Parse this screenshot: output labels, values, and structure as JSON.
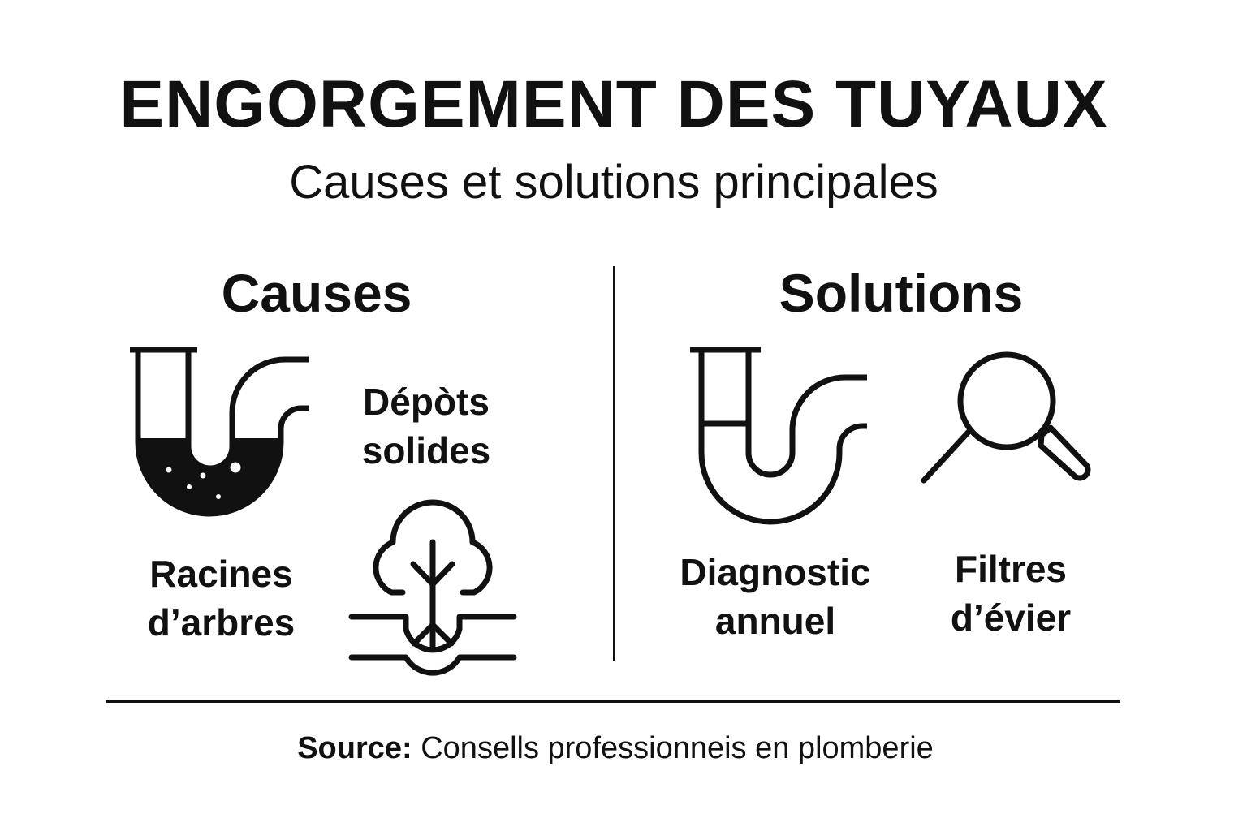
{
  "header": {
    "title": "ENGORGEMENT DES TUYAUX",
    "subtitle": "Causes et solutions principales"
  },
  "causes": {
    "heading": "Causes",
    "items": [
      {
        "line1": "Dépòts",
        "line2": "solides",
        "icon": "clogged-pipe-icon"
      },
      {
        "line1": "Racines",
        "line2": "d’arbres",
        "icon": "tree-roots-icon"
      }
    ]
  },
  "solutions": {
    "heading": "Solutions",
    "items": [
      {
        "line1": "Diagnostic",
        "line2": "annuel",
        "icon": "pipe-icon"
      },
      {
        "line1": "Filtres",
        "line2": "d’évier",
        "icon": "magnifier-icon"
      }
    ]
  },
  "footer": {
    "source_label": "Source:",
    "source_text": " Consells professionneis en plomberie"
  },
  "colors": {
    "ink": "#111111",
    "background": "#ffffff"
  }
}
